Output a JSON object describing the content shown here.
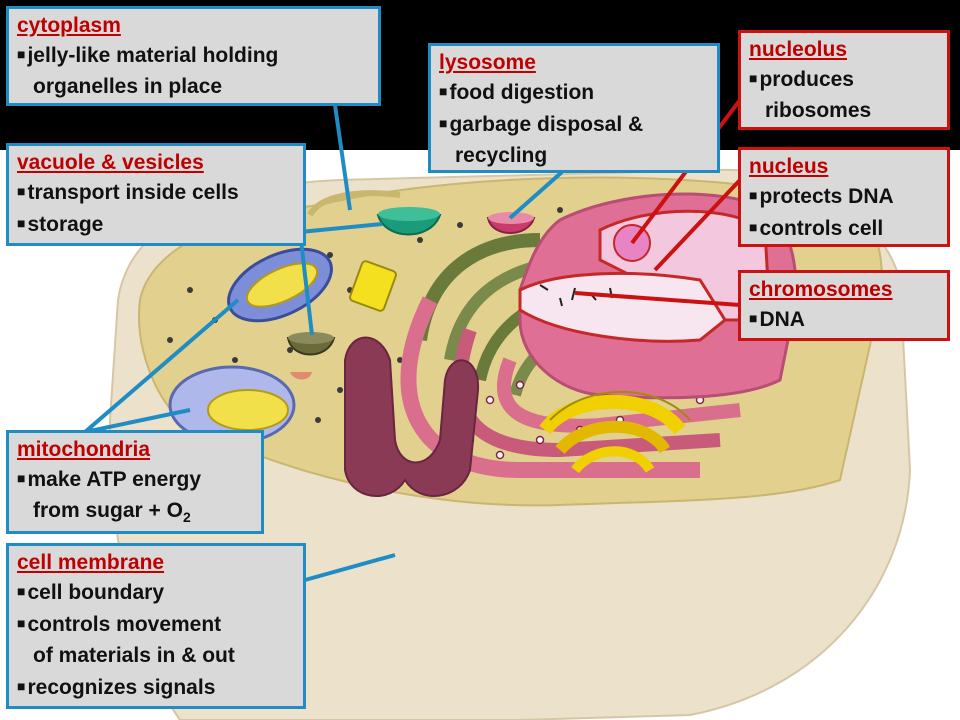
{
  "labels": {
    "cytoplasm": {
      "title": "cytoplasm",
      "lines": [
        {
          "text": "jelly-like material holding",
          "bullet": true
        },
        {
          "text": "organelles in place",
          "bullet": false
        }
      ]
    },
    "lysosome": {
      "title": "lysosome",
      "lines": [
        {
          "text": "food digestion",
          "bullet": true
        },
        {
          "text": "garbage disposal &",
          "bullet": true
        },
        {
          "text": "recycling",
          "bullet": false
        }
      ]
    },
    "nucleolus": {
      "title": "nucleolus",
      "lines": [
        {
          "text": "produces",
          "bullet": true
        },
        {
          "text": "ribosomes",
          "bullet": false
        }
      ]
    },
    "vacuole": {
      "title": "vacuole & vesicles",
      "lines": [
        {
          "text": "transport inside cells",
          "bullet": true
        },
        {
          "text": "storage",
          "bullet": true
        }
      ]
    },
    "nucleus": {
      "title": "nucleus",
      "lines": [
        {
          "text": "protects DNA",
          "bullet": true
        },
        {
          "text": "controls cell",
          "bullet": true
        }
      ]
    },
    "chromosomes": {
      "title": "chromosomes",
      "lines": [
        {
          "text": "DNA",
          "bullet": true
        }
      ]
    },
    "mitochondria": {
      "title": "mitochondria",
      "lines": [
        {
          "text": "make ATP energy",
          "bullet": true
        },
        {
          "text": "from sugar + O",
          "sub": "2",
          "bullet": false
        }
      ]
    },
    "membrane": {
      "title": "cell membrane",
      "lines": [
        {
          "text": "cell boundary",
          "bullet": true
        },
        {
          "text": "controls movement",
          "bullet": true
        },
        {
          "text": "of materials in & out",
          "bullet": false
        },
        {
          "text": "recognizes signals",
          "bullet": true
        }
      ]
    }
  },
  "colors": {
    "blue_border": "#1f8cc4",
    "red_border": "#cc1111",
    "title_red": "#c00000",
    "box_fill": "#d9d9d9",
    "background_band": "#000000",
    "cytoplasm_fill": "#e2d08e",
    "membrane_fill": "#ece2cc"
  }
}
